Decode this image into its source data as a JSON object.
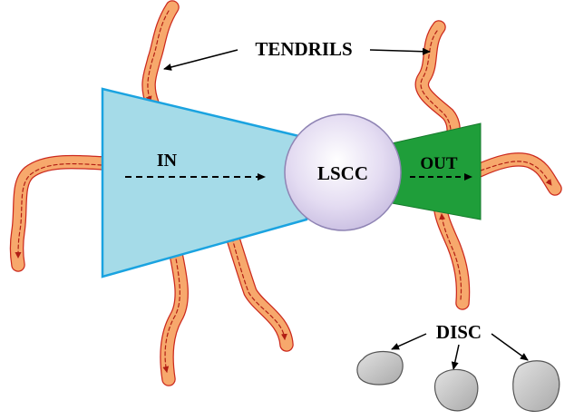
{
  "labels": {
    "tendrils": "TENDRILS",
    "in": "IN",
    "core": "LSCC",
    "out": "OUT",
    "disc": "DISC"
  },
  "colors": {
    "in_fill": "#a5dbe8",
    "in_stroke": "#1aa3e0",
    "out_fill": "#1f9e3a",
    "core_fill": "#ddd4ee",
    "core_stroke": "#8f84b4",
    "tendril_fill": "#f7a86c",
    "tendril_stroke": "#cc2a1e",
    "disc_fill": "#c4c4c4"
  }
}
